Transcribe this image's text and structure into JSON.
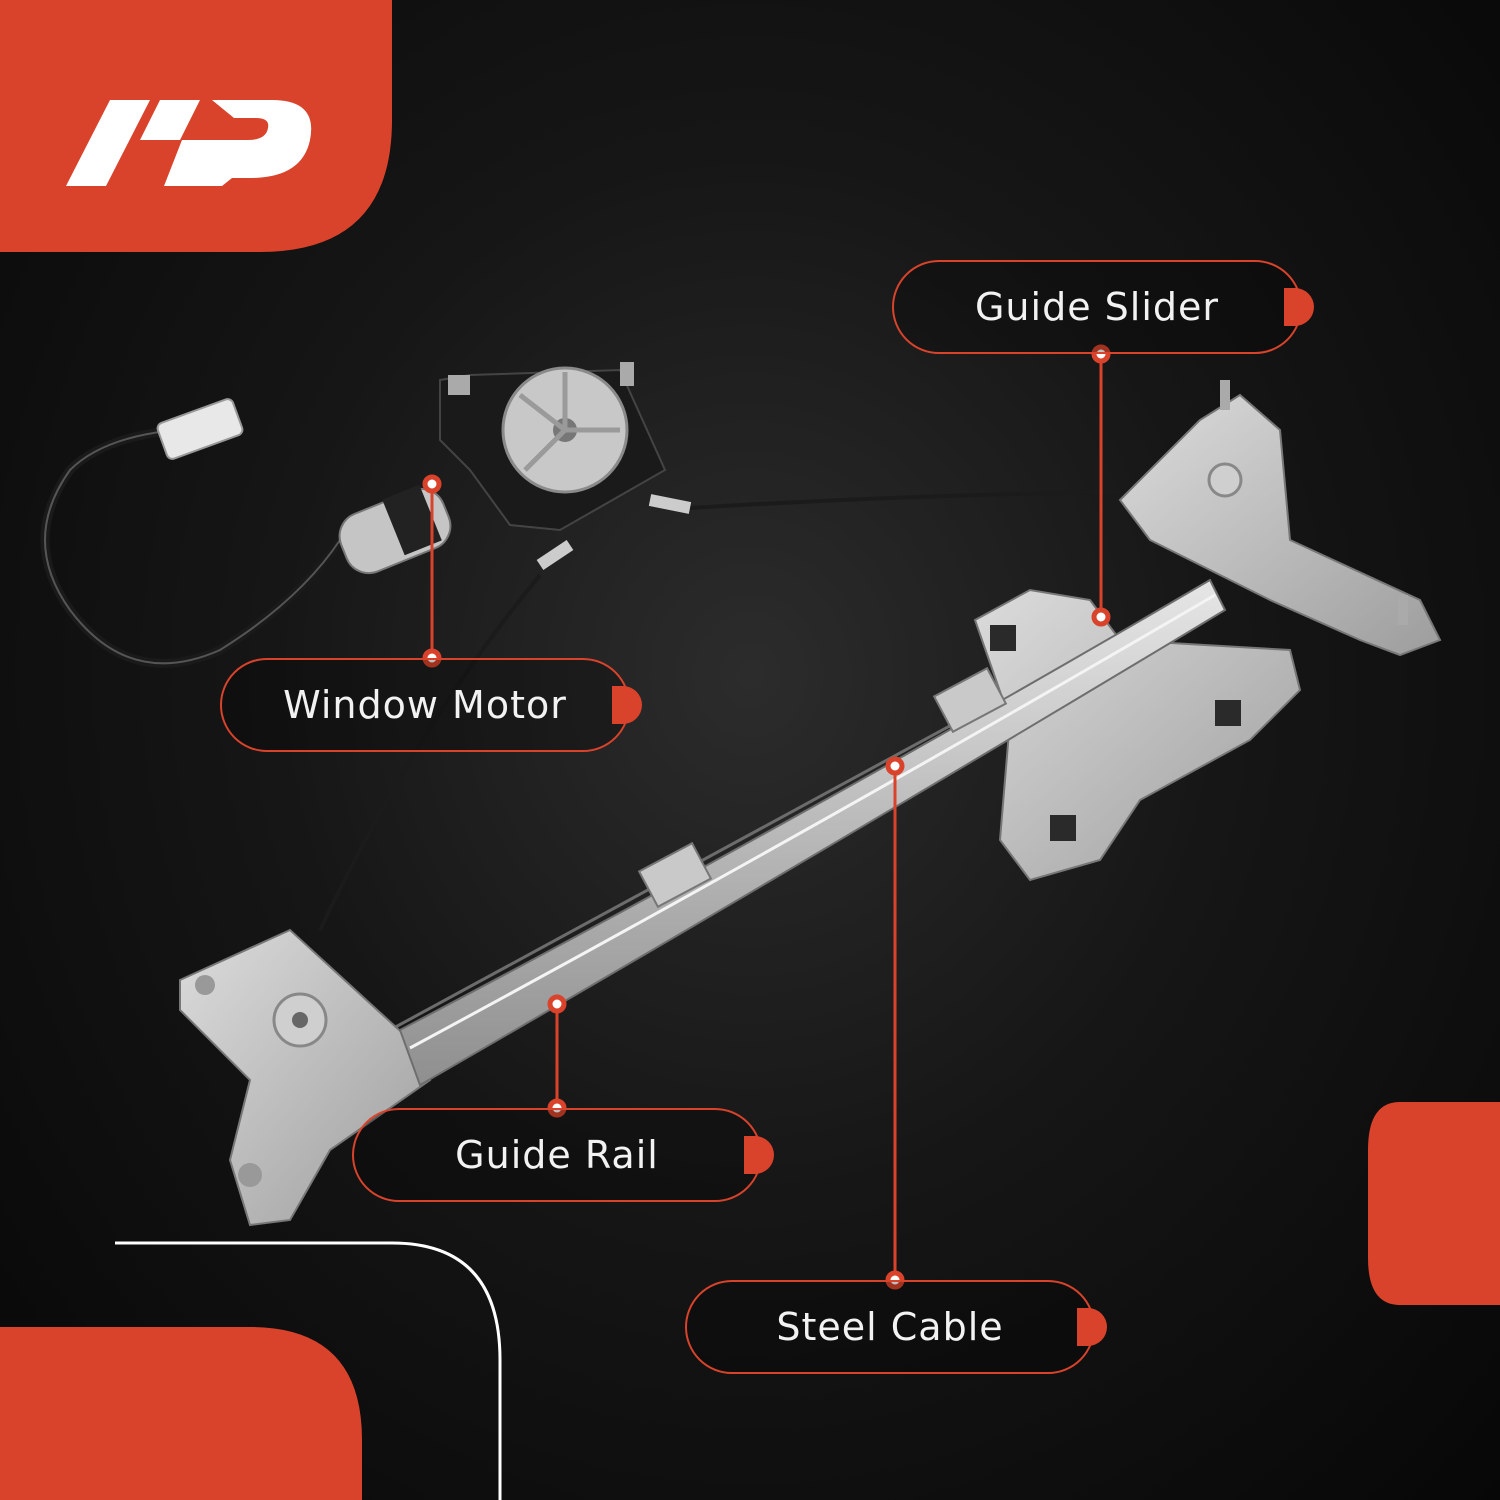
{
  "brand": {
    "logo": "A-P",
    "accent_color": "#d9432b",
    "background_color": "#0d0d0d"
  },
  "callouts": {
    "guide_slider": "Guide Slider",
    "window_motor": "Window Motor",
    "guide_rail": "Guide Rail",
    "steel_cable": "Steel Cable"
  },
  "product": {
    "name": "window regulator assembly with motor",
    "parts": [
      "window motor",
      "guide rail",
      "guide slider",
      "steel cable",
      "wire harness connector"
    ]
  }
}
